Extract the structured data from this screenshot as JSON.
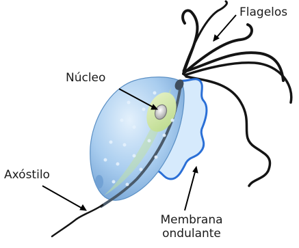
{
  "labels": {
    "flagellum": "Flagelos",
    "nucleus": "Núcleo",
    "axostyle": "Axóstilo",
    "membrane_line1": "Membrana",
    "membrane_line2": "ondulante"
  },
  "colors": {
    "body_fill": "#9cc6ee",
    "body_edge": "#5a8fc4",
    "membrane": "#2a6fd6",
    "nucleus_halo": "#cfe2a0",
    "axostyle": "#4a5a6a",
    "flagella": "#141414",
    "pointer": "#000000"
  }
}
